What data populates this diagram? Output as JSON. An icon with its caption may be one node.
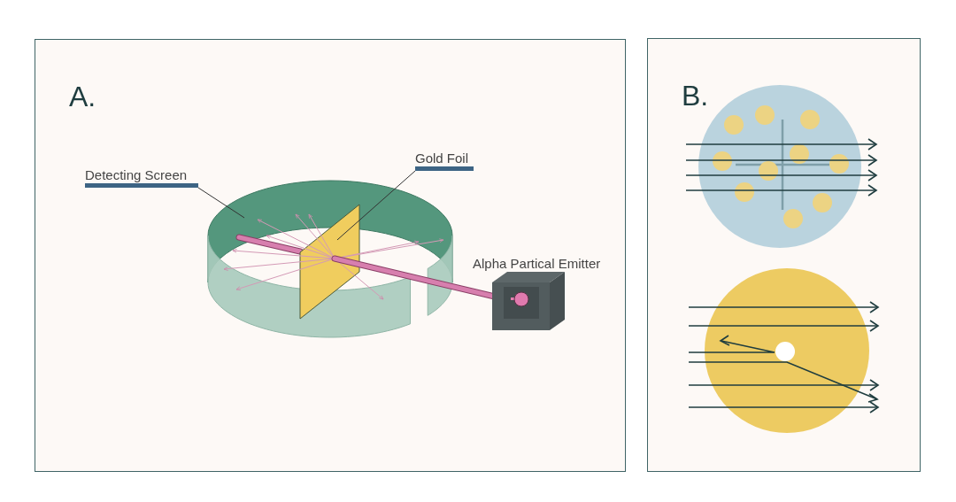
{
  "diagram": {
    "nodes": [
      {
        "text": [
          "A."
        ]
      },
      {
        "text": [
          "Detecting Screen"
        ],
        "in": 0
      },
      {
        "text": [],
        "shape": "picture",
        "in": 0
      },
      {
        "text": [
          "Gold Foil"
        ],
        "in": 0
      },
      {
        "text": [],
        "shape": "picture",
        "in": 0
      },
      {
        "text": [],
        "shape": "picture",
        "in": 0,
        "beside": [
          "Alpha Partical Emitter"
        ]
      },
      {
        "text": [
          "B."
        ]
      }
    ],
    "edges": [
      {
        "from": 1,
        "to": 2,
        "arrow": "none"
      },
      {
        "from": 3,
        "to": 4,
        "arrow": "none"
      }
    ]
  }
}
